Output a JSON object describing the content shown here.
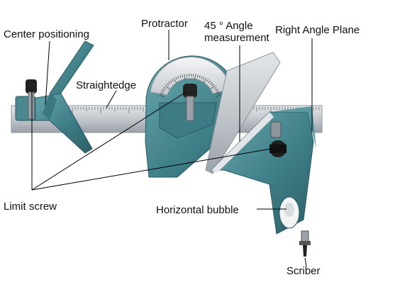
{
  "labels": {
    "center_positioning": "Center positioning",
    "protractor": "Protractor",
    "angle_45_line1": "45 ° Angle",
    "angle_45_line2": "measurement",
    "right_angle_plane": "Right Angle Plane",
    "straightedge": "Straightedge",
    "limit_screw": "Limit screw",
    "horizontal_bubble": "Horizontal bubble",
    "scriber": "Scriber"
  },
  "colors": {
    "steel": "#c9cdd1",
    "steel_dark": "#8e959c",
    "body_blue": "#4f8f97",
    "body_blue_dark": "#2f6a73",
    "leader": "#000000"
  }
}
